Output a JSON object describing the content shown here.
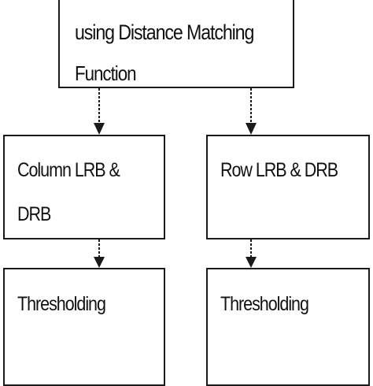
{
  "diagram": {
    "top_box": {
      "line1_partial": "",
      "line2": "using Distance Matching",
      "line3": "Function"
    },
    "column_box": {
      "line1": "Column LRB &",
      "line2": "DRB"
    },
    "row_box": {
      "line1": "Row LRB & DRB"
    },
    "threshold_left": {
      "label": "Thresholding"
    },
    "threshold_right": {
      "label": "Thresholding"
    },
    "colors": {
      "stroke": "#1a1a1a",
      "background": "#ffffff",
      "text": "#111111"
    }
  }
}
